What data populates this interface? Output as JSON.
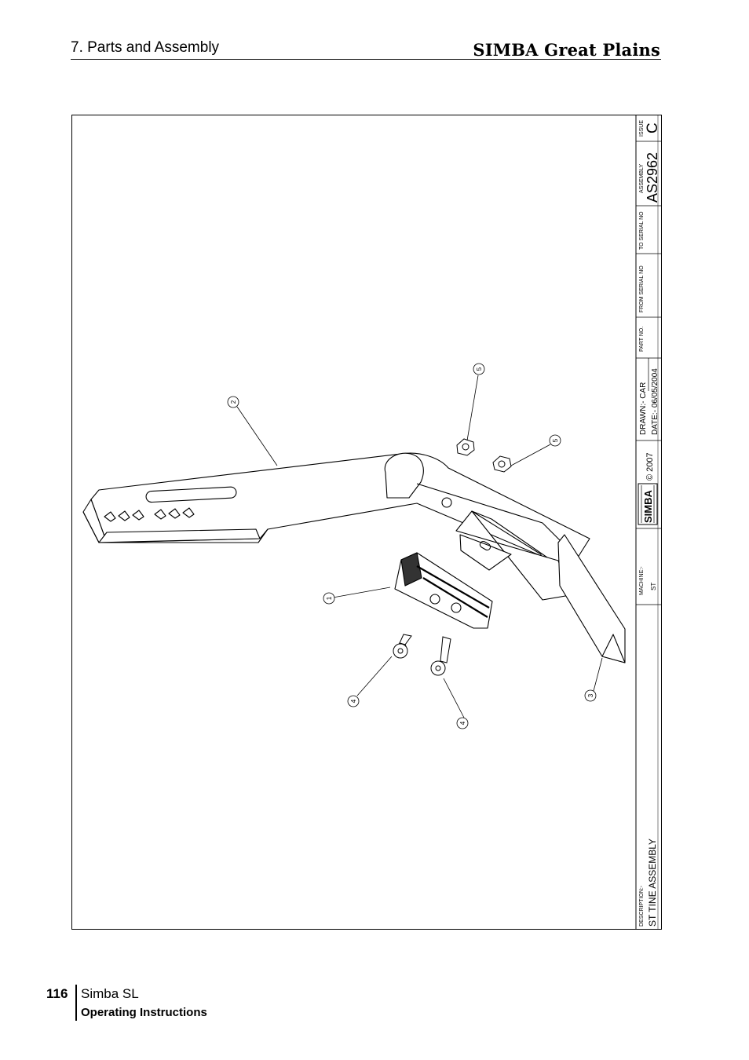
{
  "header": {
    "section": "7. Parts and Assembly",
    "brand": "SIMBA Great Plains"
  },
  "title_block": {
    "issue_label": "ISSUE",
    "issue_value": "C",
    "assembly_label": "ASSEMBLY",
    "assembly_value": "AS2962",
    "to_serial_label": "TO SERIAL NO",
    "from_serial_label": "FROM SERIAL NO",
    "part_no_label": "PART NO.",
    "drawn": "DRAWN:- CAR",
    "date": "DATE:- 06/05/2004",
    "logo_text": "SIMBA",
    "copyright": "© 2007",
    "machine_label": "MACHINE:-",
    "machine_value": "ST",
    "description_label": "DESCRIPTION:-",
    "description_value": "ST TINE ASSEMBLY"
  },
  "callouts": [
    "1",
    "2",
    "3",
    "4",
    "4",
    "5",
    "5"
  ],
  "footer": {
    "page_number": "116",
    "product": "Simba SL",
    "subtitle": "Operating Instructions"
  }
}
